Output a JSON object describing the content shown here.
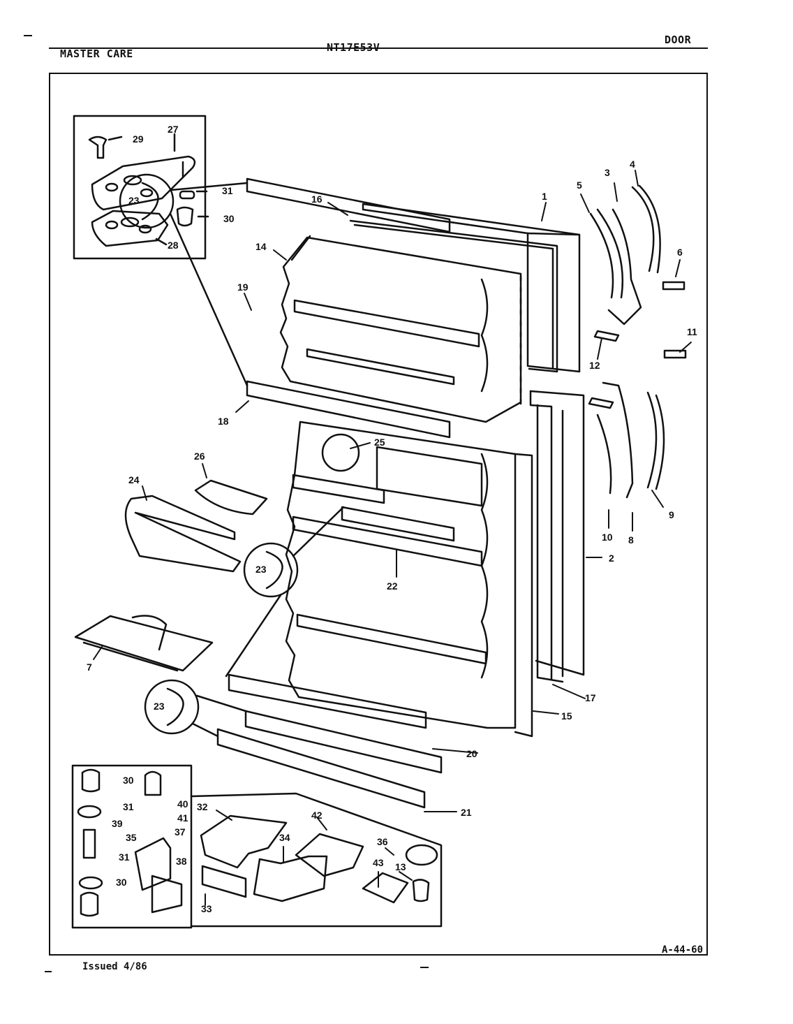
{
  "header": {
    "brand": "MASTER CARE",
    "model": "NT17E53V",
    "section": "DOOR"
  },
  "footer": {
    "issued": "Issued 4/86",
    "code": "A-44-60"
  },
  "callouts": [
    {
      "id": "c1",
      "text": "1"
    },
    {
      "id": "c2",
      "text": "2"
    },
    {
      "id": "c3",
      "text": "3"
    },
    {
      "id": "c4",
      "text": "4"
    },
    {
      "id": "c5",
      "text": "5"
    },
    {
      "id": "c6",
      "text": "6"
    },
    {
      "id": "c7",
      "text": "7"
    },
    {
      "id": "c8",
      "text": "8"
    },
    {
      "id": "c9",
      "text": "9"
    },
    {
      "id": "c10",
      "text": "10"
    },
    {
      "id": "c11",
      "text": "11"
    },
    {
      "id": "c12",
      "text": "12"
    },
    {
      "id": "c13",
      "text": "13"
    },
    {
      "id": "c14",
      "text": "14"
    },
    {
      "id": "c15",
      "text": "15"
    },
    {
      "id": "c16",
      "text": "16"
    },
    {
      "id": "c17",
      "text": "17"
    },
    {
      "id": "c18",
      "text": "18"
    },
    {
      "id": "c19",
      "text": "19"
    },
    {
      "id": "c20",
      "text": "20"
    },
    {
      "id": "c21",
      "text": "21"
    },
    {
      "id": "c22",
      "text": "22"
    },
    {
      "id": "c23a",
      "text": "23"
    },
    {
      "id": "c23b",
      "text": "23"
    },
    {
      "id": "c23c",
      "text": "23"
    },
    {
      "id": "c24",
      "text": "24"
    },
    {
      "id": "c25",
      "text": "25"
    },
    {
      "id": "c26",
      "text": "26"
    },
    {
      "id": "c27",
      "text": "27"
    },
    {
      "id": "c28",
      "text": "28"
    },
    {
      "id": "c29",
      "text": "29"
    },
    {
      "id": "c30a",
      "text": "30"
    },
    {
      "id": "c31a",
      "text": "31"
    },
    {
      "id": "c30b",
      "text": "30"
    },
    {
      "id": "c31b",
      "text": "31"
    },
    {
      "id": "c40",
      "text": "40"
    },
    {
      "id": "c41",
      "text": "41"
    },
    {
      "id": "c39",
      "text": "39"
    },
    {
      "id": "c35",
      "text": "35"
    },
    {
      "id": "c37",
      "text": "37"
    },
    {
      "id": "c31c",
      "text": "31"
    },
    {
      "id": "c30c",
      "text": "30"
    },
    {
      "id": "c38",
      "text": "38"
    },
    {
      "id": "c32",
      "text": "32"
    },
    {
      "id": "c33",
      "text": "33"
    },
    {
      "id": "c34",
      "text": "34"
    },
    {
      "id": "c42",
      "text": "42"
    },
    {
      "id": "c36",
      "text": "36"
    },
    {
      "id": "c43",
      "text": "43"
    },
    {
      "id": "c13b",
      "text": "13"
    }
  ]
}
